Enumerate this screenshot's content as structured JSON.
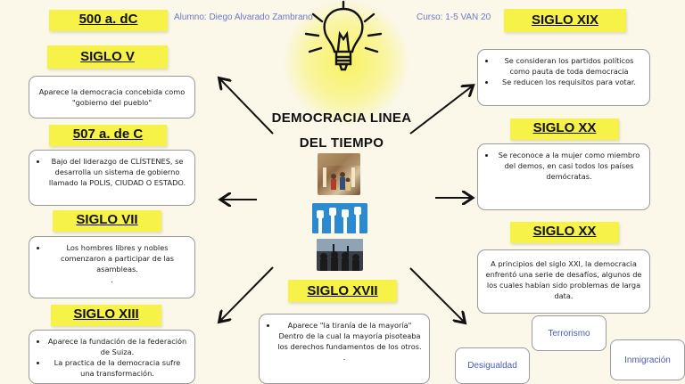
{
  "header": {
    "student": "Alumno: Diego Alvarado Zambrano",
    "course": "Curso: 1-5 VAN 20"
  },
  "title": {
    "line1": "DEMOCRACIA LINEA",
    "line2": "DEL TIEMPO"
  },
  "left": {
    "label_500": "500 a. dC",
    "label_siglo_v": "SIGLO V",
    "text_siglo_v": "Aparece la democracia concebida como \"gobierno del pueblo\"",
    "label_507": "507 a. de C",
    "text_507": "Bajo del liderazgo de CLÍSTENES, se desarrolla un sistema de gobierno llamado la POLIS, CIUDAD O ESTADO.",
    "label_siglo_vii": "SIGLO VII",
    "text_siglo_vii": "Los hombres libres y nobles comenzaron a participar de las asambleas.",
    "text_siglo_vii_dot": ".",
    "label_siglo_xiii": "SIGLO XIII",
    "text_siglo_xiii_1": "Aparece la fundación de la federación de Suiza.",
    "text_siglo_xiii_2": "La practica de la democracia sufre una transformación."
  },
  "middle": {
    "label_siglo_xvii": "SIGLO XVII",
    "text_siglo_xvii_1": "Aparece \"la tiranía de la mayoría\" Dentro de la cual la mayoría pisoteaba los derechos fundamentos de los otros.",
    "text_siglo_xvii_dot": "."
  },
  "right": {
    "label_siglo_xix": "SIGLO XIX",
    "text_siglo_xix_1": "Se consideran los partidos políticos como pauta de toda democracia",
    "text_siglo_xix_2": "Se reducen los requisitos para votar.",
    "label_siglo_xx_a": "SIGLO XX",
    "text_siglo_xx_a": "Se reconoce a la mujer como miembro del demos, en casi todos los países demócratas.",
    "label_siglo_xx_b": "SIGLO XX",
    "text_siglo_xx_b": "A principios del siglo XXI, la democracia enfrentó una serie de desafíos, algunos de los cuales habían sido problemas de larga data.",
    "tag_terrorismo": "Terrorismo",
    "tag_inmigracion": "Inmigración",
    "tag_desigualdad": "Desigualdad"
  },
  "colors": {
    "label_bg": "#f7f247",
    "background": "#fbf7e9",
    "meta_text": "#6b7ac9"
  },
  "icons": [
    "lightbulb-icon",
    "arrow-icon"
  ]
}
